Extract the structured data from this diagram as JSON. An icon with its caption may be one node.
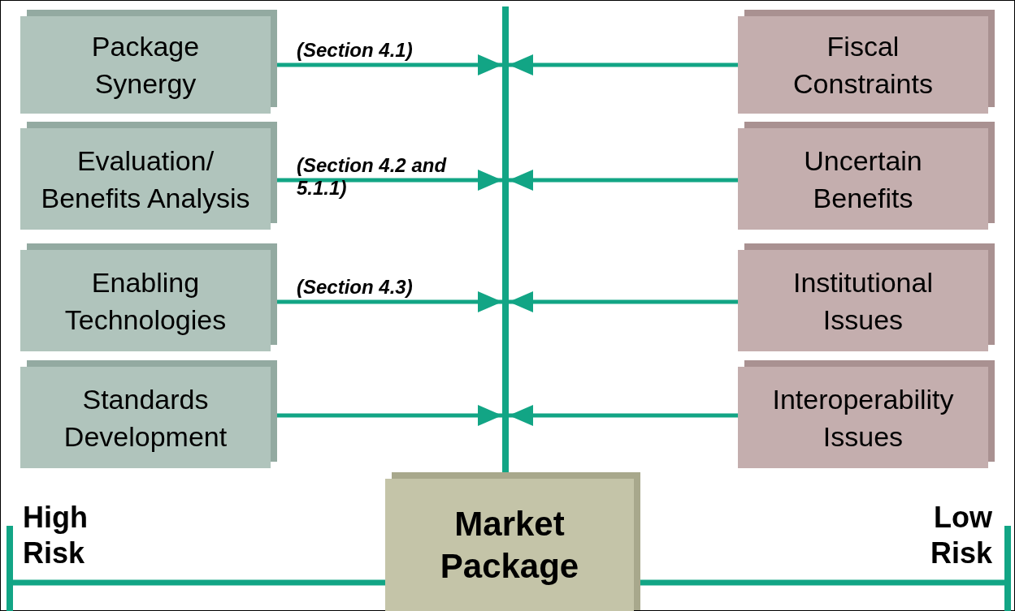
{
  "diagram": {
    "nodes": [
      {
        "text": [
          "Package Synergy"
        ]
      },
      {
        "text": [
          "Evaluation/ Benefits Analysis"
        ]
      },
      {
        "text": [
          "Enabling Technologies"
        ]
      },
      {
        "text": [
          "Standards Development"
        ]
      },
      {
        "text": [
          "Fiscal Constraints"
        ]
      },
      {
        "text": [
          "Uncertain Benefits"
        ]
      },
      {
        "text": [
          "Institutional Issues"
        ]
      },
      {
        "text": [
          "Interoperability Issues"
        ]
      },
      {
        "text": [],
        "shape": "bar"
      },
      {
        "text": [
          "Market Package"
        ]
      }
    ],
    "edges": [
      {
        "from": 0,
        "to": 8,
        "arrow": "to",
        "label": "(Section 4.1)"
      },
      {
        "from": 1,
        "to": 8,
        "arrow": "to",
        "label": "(Section 4.2 and 5.1.1)"
      },
      {
        "from": 2,
        "to": 8,
        "arrow": "to",
        "label": "(Section 4.3)"
      },
      {
        "from": 3,
        "to": 8,
        "arrow": "to"
      },
      {
        "from": 4,
        "to": 8,
        "arrow": "to"
      },
      {
        "from": 5,
        "to": 8,
        "arrow": "to"
      },
      {
        "from": 6,
        "to": 8,
        "arrow": "to"
      },
      {
        "from": 7,
        "to": 8,
        "arrow": "to"
      },
      {
        "from": 8,
        "to": 9,
        "arrow": "none"
      }
    ],
    "labels": [
      "High Risk",
      "Low Risk"
    ]
  }
}
